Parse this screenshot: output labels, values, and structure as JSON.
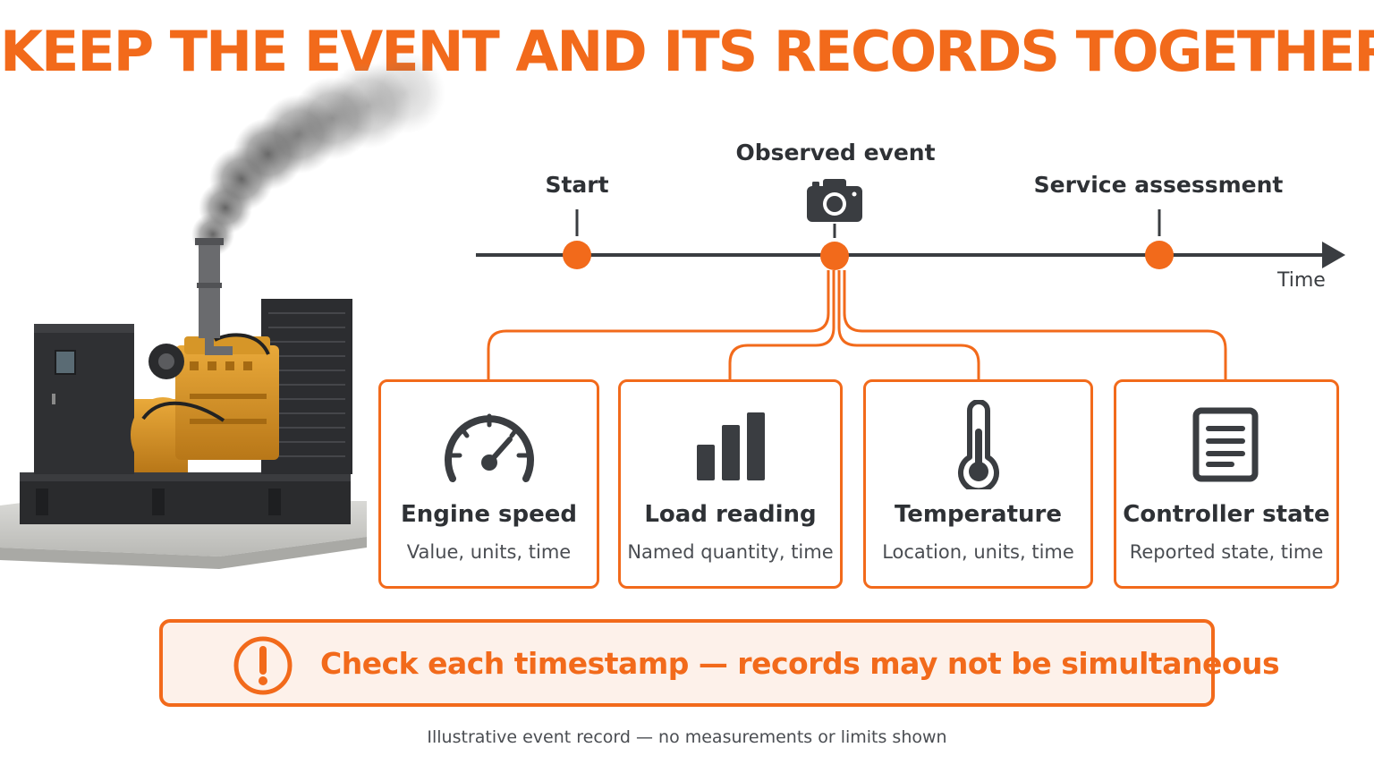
{
  "title": "KEEP THE EVENT AND ITS RECORDS TOGETHER",
  "timeline": {
    "start_label": "Start",
    "event_label": "Observed event",
    "assessment_label": "Service assessment",
    "axis_label": "Time",
    "event_icon": "camera-icon",
    "accent_color": "#f26a1b",
    "line_color": "#3a3d41"
  },
  "records": [
    {
      "title": "Engine speed",
      "subtitle": "Value, units, time",
      "icon": "speedometer-icon"
    },
    {
      "title": "Load reading",
      "subtitle": "Named quantity, time",
      "icon": "bar-chart-icon"
    },
    {
      "title": "Temperature",
      "subtitle": "Location, units, time",
      "icon": "thermometer-icon"
    },
    {
      "title": "Controller state",
      "subtitle": "Reported state, time",
      "icon": "document-icon"
    }
  ],
  "warning": {
    "icon": "alert-circle-icon",
    "text": "Check each timestamp — records may not be simultaneous"
  },
  "footnote": "Illustrative event record — no measurements or limits shown",
  "illustration": "generator-with-smoke"
}
